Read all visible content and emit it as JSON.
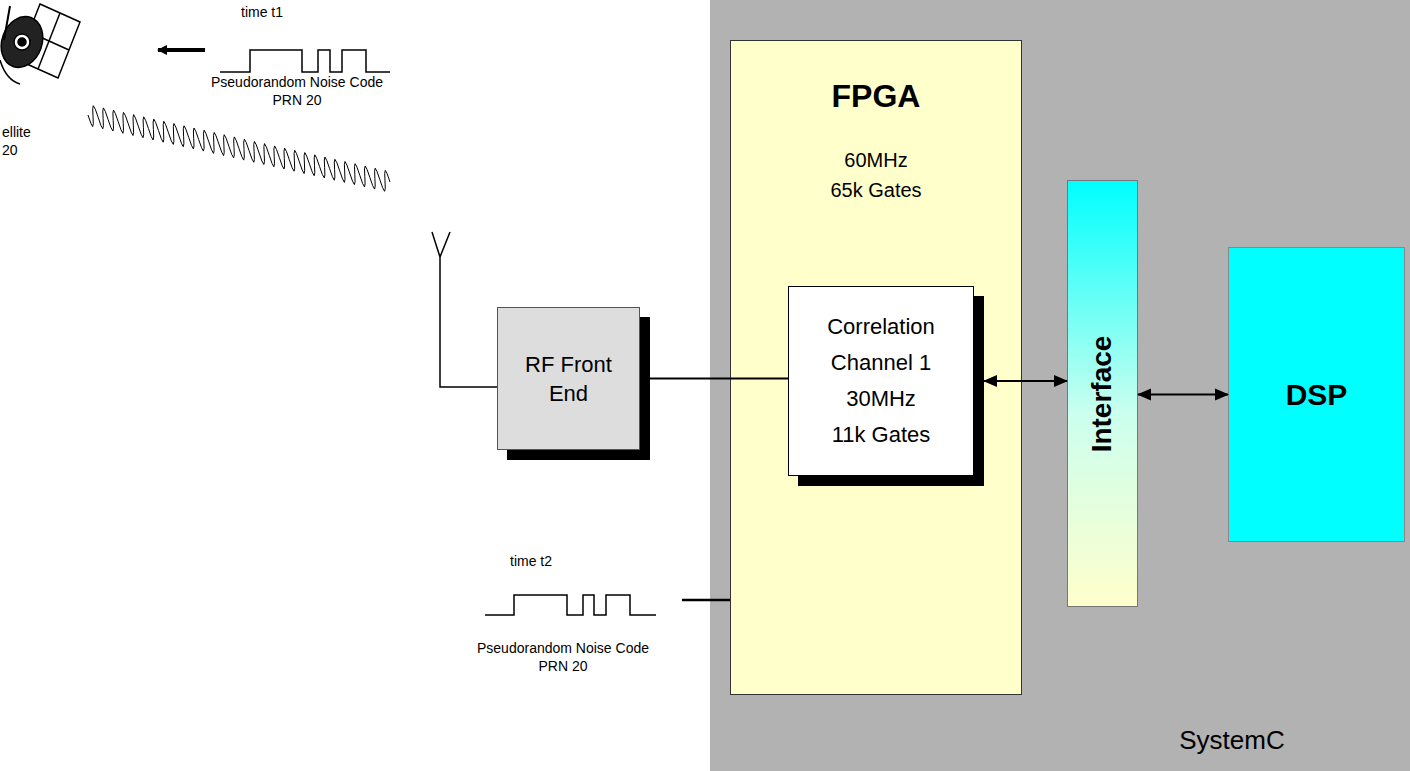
{
  "diagram": {
    "nodes": [
      {
        "text": [
          "RF Front End"
        ]
      },
      {
        "text": [
          "FPGA",
          "60MHz",
          "65k Gates"
        ]
      },
      {
        "text": [
          "Correlation",
          "Channel 1",
          "30MHz",
          "11k Gates"
        ],
        "in": 1
      },
      {
        "text": [
          "Interface"
        ]
      },
      {
        "text": [
          "DSP"
        ]
      }
    ],
    "edges": [
      {
        "from": 0,
        "to": 2,
        "arrow": "none"
      },
      {
        "from": 2,
        "to": 3,
        "arrow": "both"
      },
      {
        "from": 3,
        "to": 4,
        "arrow": "both"
      }
    ],
    "labels": [
      "time t1",
      "Pseudorandom Noise Code",
      "PRN 20",
      "ellite",
      "20",
      "time t2",
      "Pseudorandom Noise Code",
      "PRN 20",
      "SystemC"
    ]
  }
}
